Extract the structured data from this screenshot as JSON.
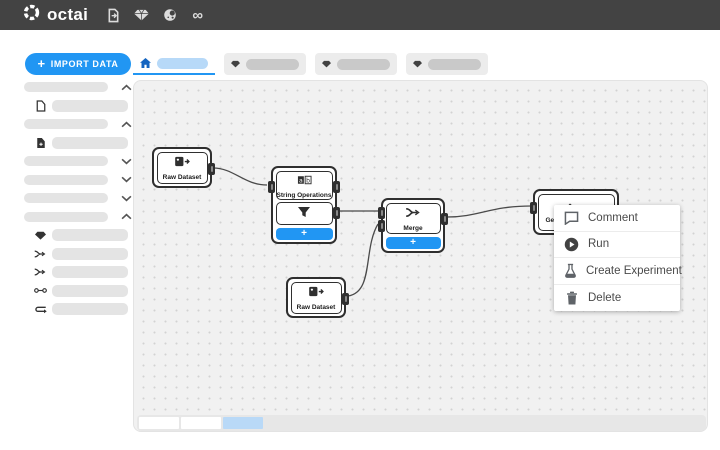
{
  "navbar": {
    "logo_text": "octai",
    "icons": [
      {
        "name": "file-export-icon"
      },
      {
        "name": "gem-icon"
      },
      {
        "name": "globe-icon"
      },
      {
        "name": "infinity-icon",
        "glyph": "∞"
      }
    ]
  },
  "toolbar": {
    "import_plus": "+",
    "import_label": "IMPORT DATA"
  },
  "tabs": {
    "active": {
      "icon": "home-icon"
    },
    "placeholders_count": 3,
    "placeholder_icon": "gem-icon"
  },
  "sidebar": {
    "rows": "13 skeleton rows: collapsible headers with chevrons and indented items with icons (document, document-add, gem, branch, branch, link, loop)"
  },
  "canvas": {
    "plus_label": "+",
    "nodes": {
      "raw_dataset_1": {
        "label": "Raw Dataset"
      },
      "string_operations": {
        "label": "String Operations"
      },
      "filter": {
        "label": ""
      },
      "merge": {
        "label": "Merge"
      },
      "raw_dataset_2": {
        "label": "Raw Dataset"
      },
      "generate": {
        "label": "Gen"
      }
    }
  },
  "context_menu": {
    "items": [
      {
        "icon": "comment-icon",
        "label": "Comment"
      },
      {
        "icon": "play-icon",
        "label": "Run"
      },
      {
        "icon": "flask-icon",
        "label": "Create Experiment"
      },
      {
        "icon": "trash-icon",
        "label": "Delete"
      }
    ]
  },
  "colors": {
    "accent": "#2196F3",
    "navbar_bg": "#434343",
    "canvas_bg": "#f1f1f1",
    "skeleton": "#e4e4e4",
    "active_skeleton": "#b7d9f8",
    "node_border": "#2f2f2f"
  }
}
